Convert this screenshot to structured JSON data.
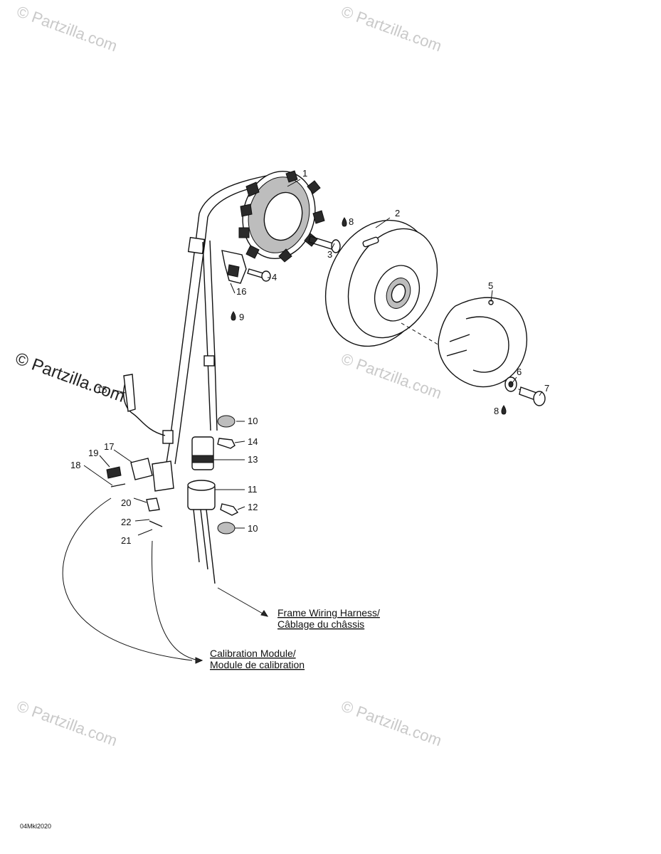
{
  "watermarks": {
    "small": "© Partzilla.com",
    "large": "© Partzilla.com"
  },
  "callouts": {
    "p1": "1",
    "p2": "2",
    "p3": "3",
    "p4": "4",
    "p5": "5",
    "p6": "6",
    "p7": "7",
    "p8a": "8",
    "p8b": "8",
    "p9": "9",
    "p10a": "10",
    "p10b": "10",
    "p11": "11",
    "p12": "12",
    "p13": "13",
    "p14": "14",
    "p15": "15",
    "p16": "16",
    "p17": "17",
    "p18": "18",
    "p19": "19",
    "p20": "20",
    "p21": "21",
    "p22": "22"
  },
  "references": {
    "frame_harness_en": "Frame Wiring Harness/",
    "frame_harness_fr": "Câblage du châssis",
    "calibration_en": "Calibration Module/",
    "calibration_fr": "Module de calibration"
  },
  "diagram_code": "04Mkl2020"
}
